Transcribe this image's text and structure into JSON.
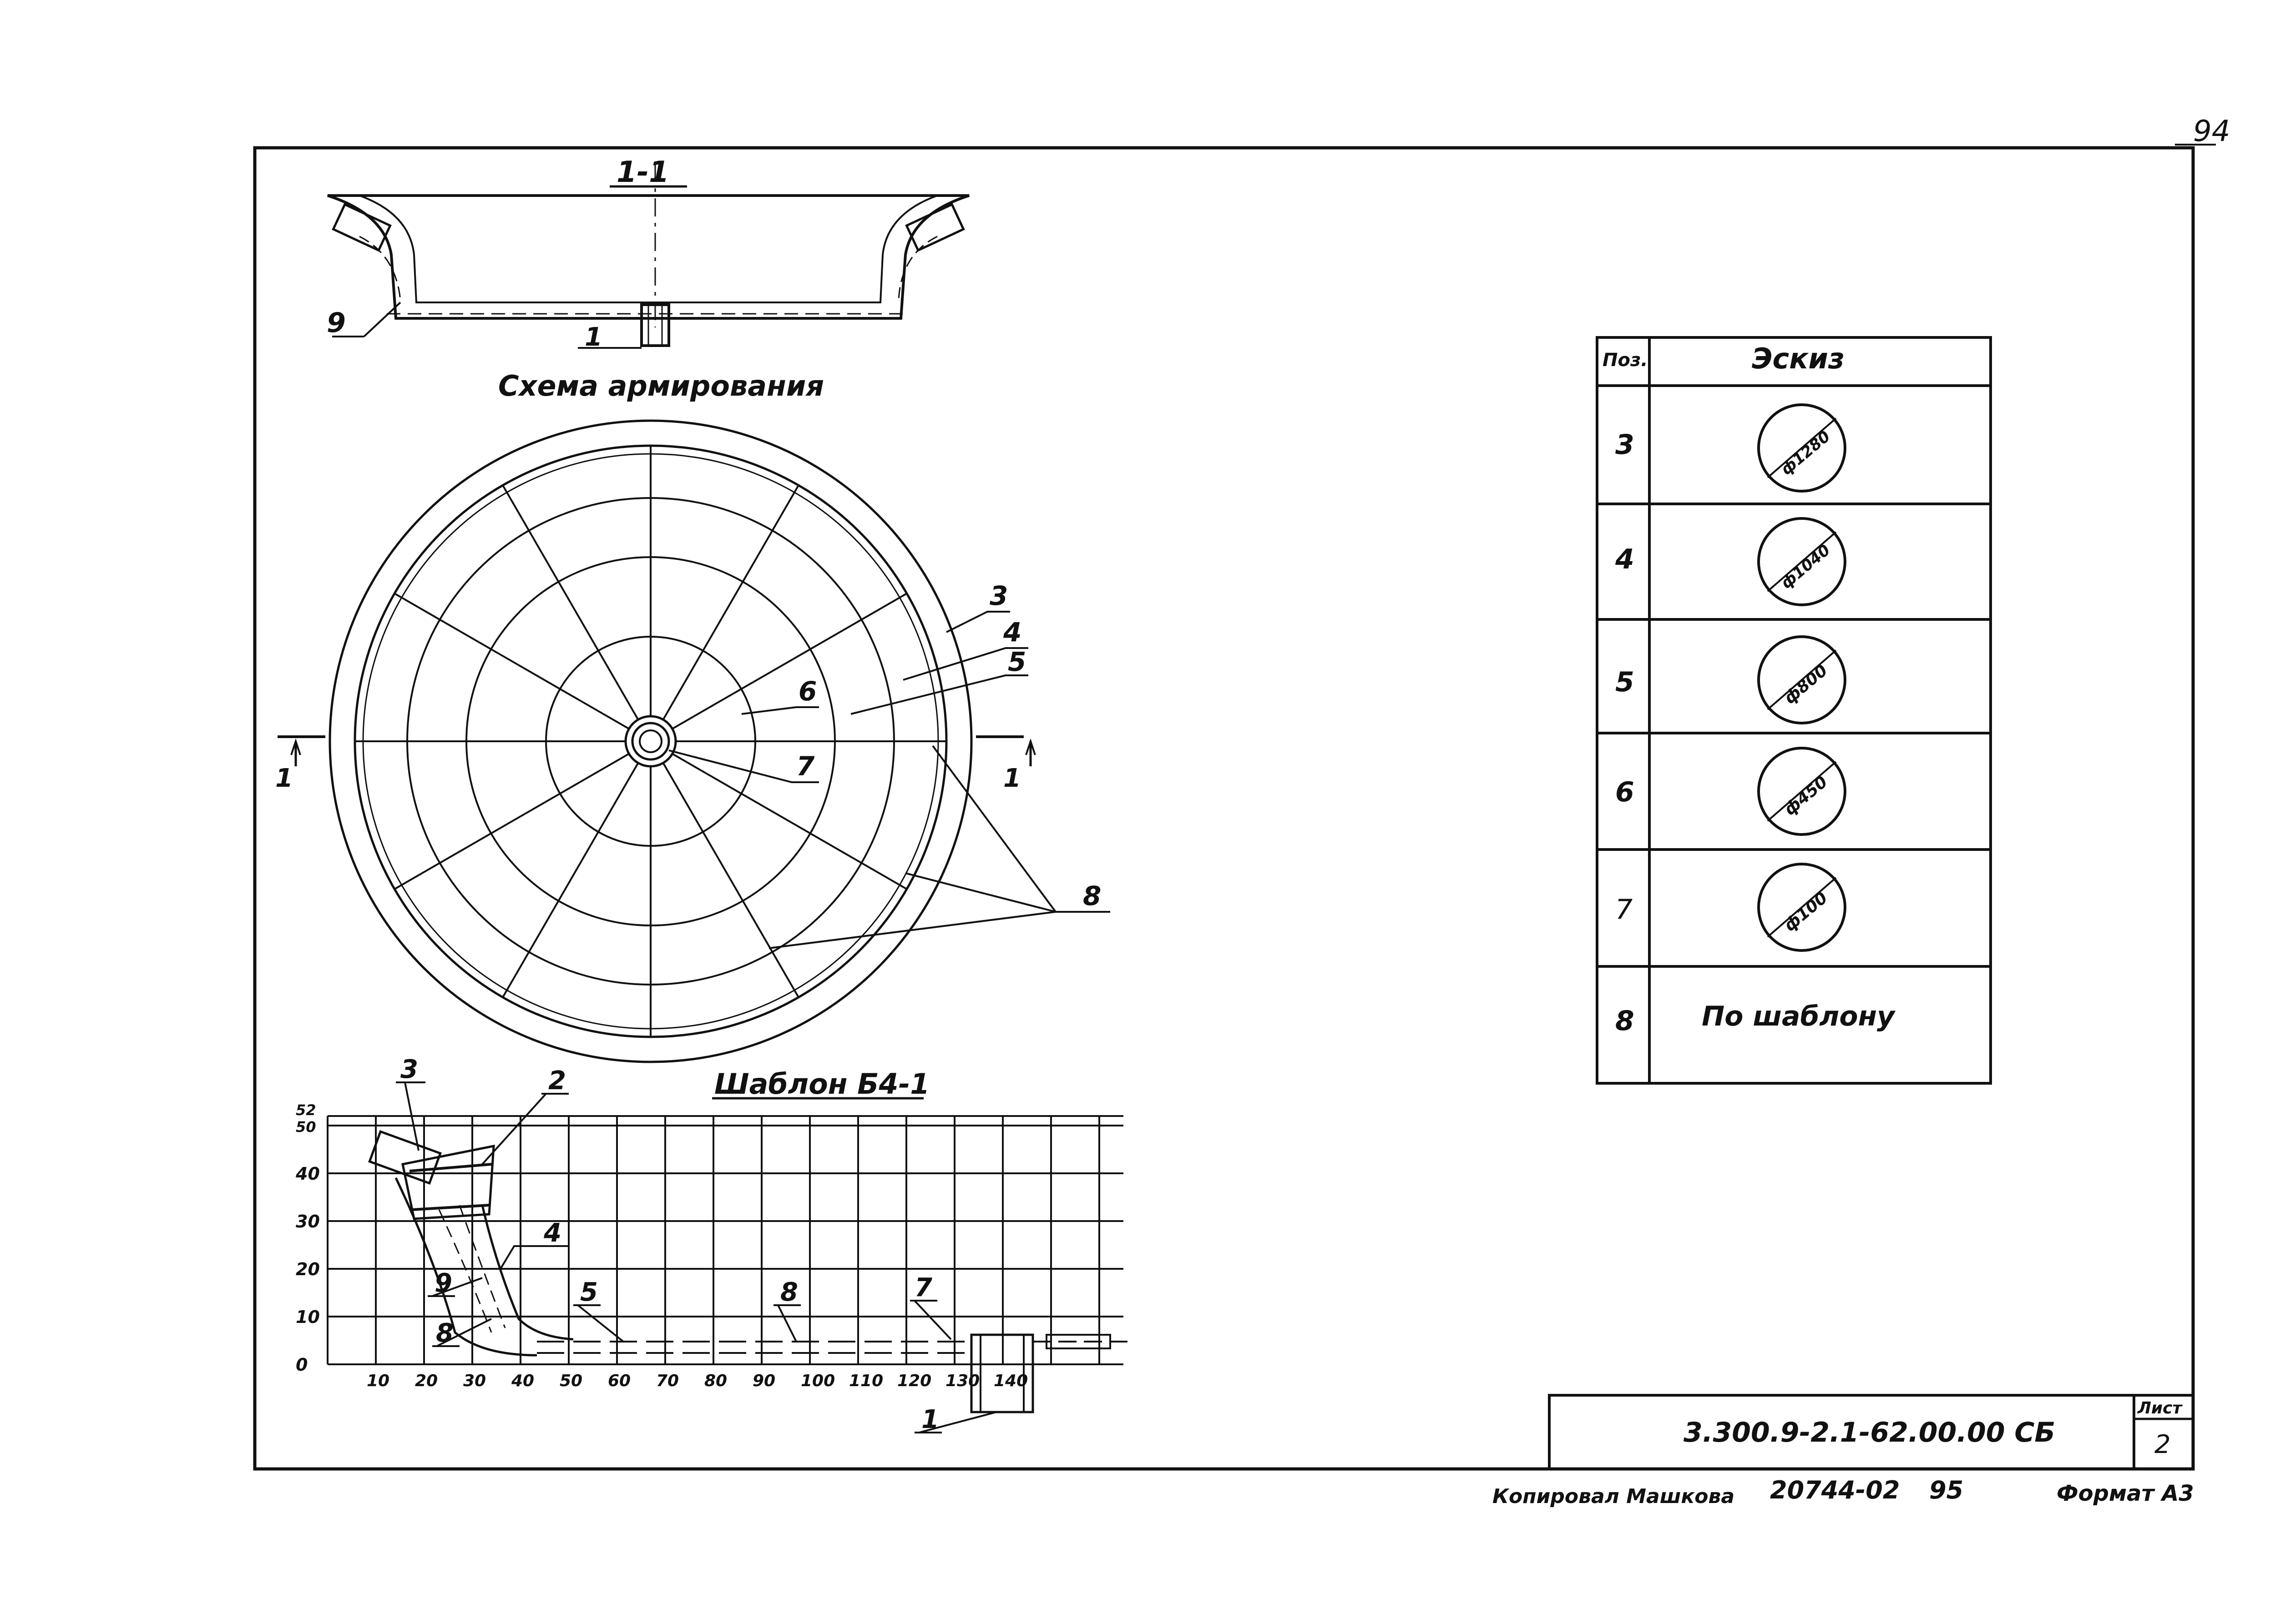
{
  "sheet": {
    "page_number_corner": "94",
    "section_mark": "1-1",
    "section_cut_left": "1",
    "section_cut_right": "1"
  },
  "section_view": {
    "callout_left": "9",
    "callout_bottom": "1"
  },
  "reinforcement_scheme": {
    "title": "Схема армирования",
    "callouts": [
      "3",
      "4",
      "5",
      "6",
      "7",
      "8"
    ]
  },
  "template": {
    "title": "Шаблон Б4-1",
    "y_ticks": [
      "0",
      "10",
      "20",
      "30",
      "40",
      "50",
      "52"
    ],
    "x_ticks": [
      "10",
      "20",
      "30",
      "40",
      "50",
      "60",
      "70",
      "80",
      "90",
      "100",
      "110",
      "120",
      "130",
      "140"
    ],
    "callouts": {
      "c3": "3",
      "c2": "2",
      "c4": "4",
      "c9": "9",
      "c8a": "8",
      "c5": "5",
      "c8b": "8",
      "c7": "7",
      "c1": "1"
    }
  },
  "sketch_table": {
    "header_pos": "Поз.",
    "header_sketch": "Эскиз",
    "rows": [
      {
        "pos": "3",
        "label": "ф1280"
      },
      {
        "pos": "4",
        "label": "ф1040"
      },
      {
        "pos": "5",
        "label": "ф800"
      },
      {
        "pos": "6",
        "label": "ф450"
      },
      {
        "pos": "7",
        "label": "ф100"
      },
      {
        "pos": "8",
        "label": "По шаблону"
      }
    ]
  },
  "title_block": {
    "designation": "3.300.9-2.1-62.00.00 СБ",
    "sheet_label": "Лист",
    "sheet_number": "2"
  },
  "footer": {
    "copied_by": "Копировал Машкова",
    "archive_number": "20744-02",
    "archive_suffix": "95",
    "format": "Формат А3"
  }
}
